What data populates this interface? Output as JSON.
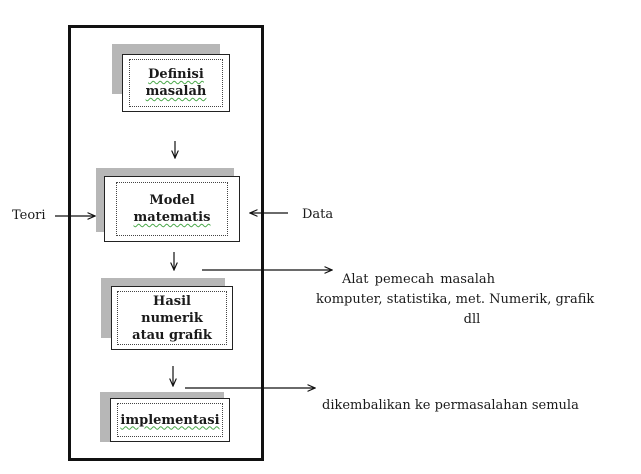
{
  "steps": [
    {
      "lines": [
        "Definisi",
        "masalah"
      ]
    },
    {
      "lines": [
        "Model",
        "matematis"
      ]
    },
    {
      "lines": [
        "Hasil numerik",
        "atau grafik"
      ]
    },
    {
      "lines": [
        "implementasi"
      ]
    }
  ],
  "inputs": {
    "left": "Teori",
    "right": "Data"
  },
  "notes": {
    "solver_title": "Alat  pemecah  masalah",
    "solver_tools": "komputer, statistika, met. Numerik, grafik",
    "solver_tools_cont": "dll",
    "feedback": "dikembalikan ke permasalahan semula"
  },
  "icons": [
    "arrow-down-icon",
    "arrow-right-icon",
    "arrow-left-icon"
  ],
  "colors": {
    "line": "#111111",
    "shadow": "#b7b7b7",
    "spell_underline": "#4aa84a"
  }
}
